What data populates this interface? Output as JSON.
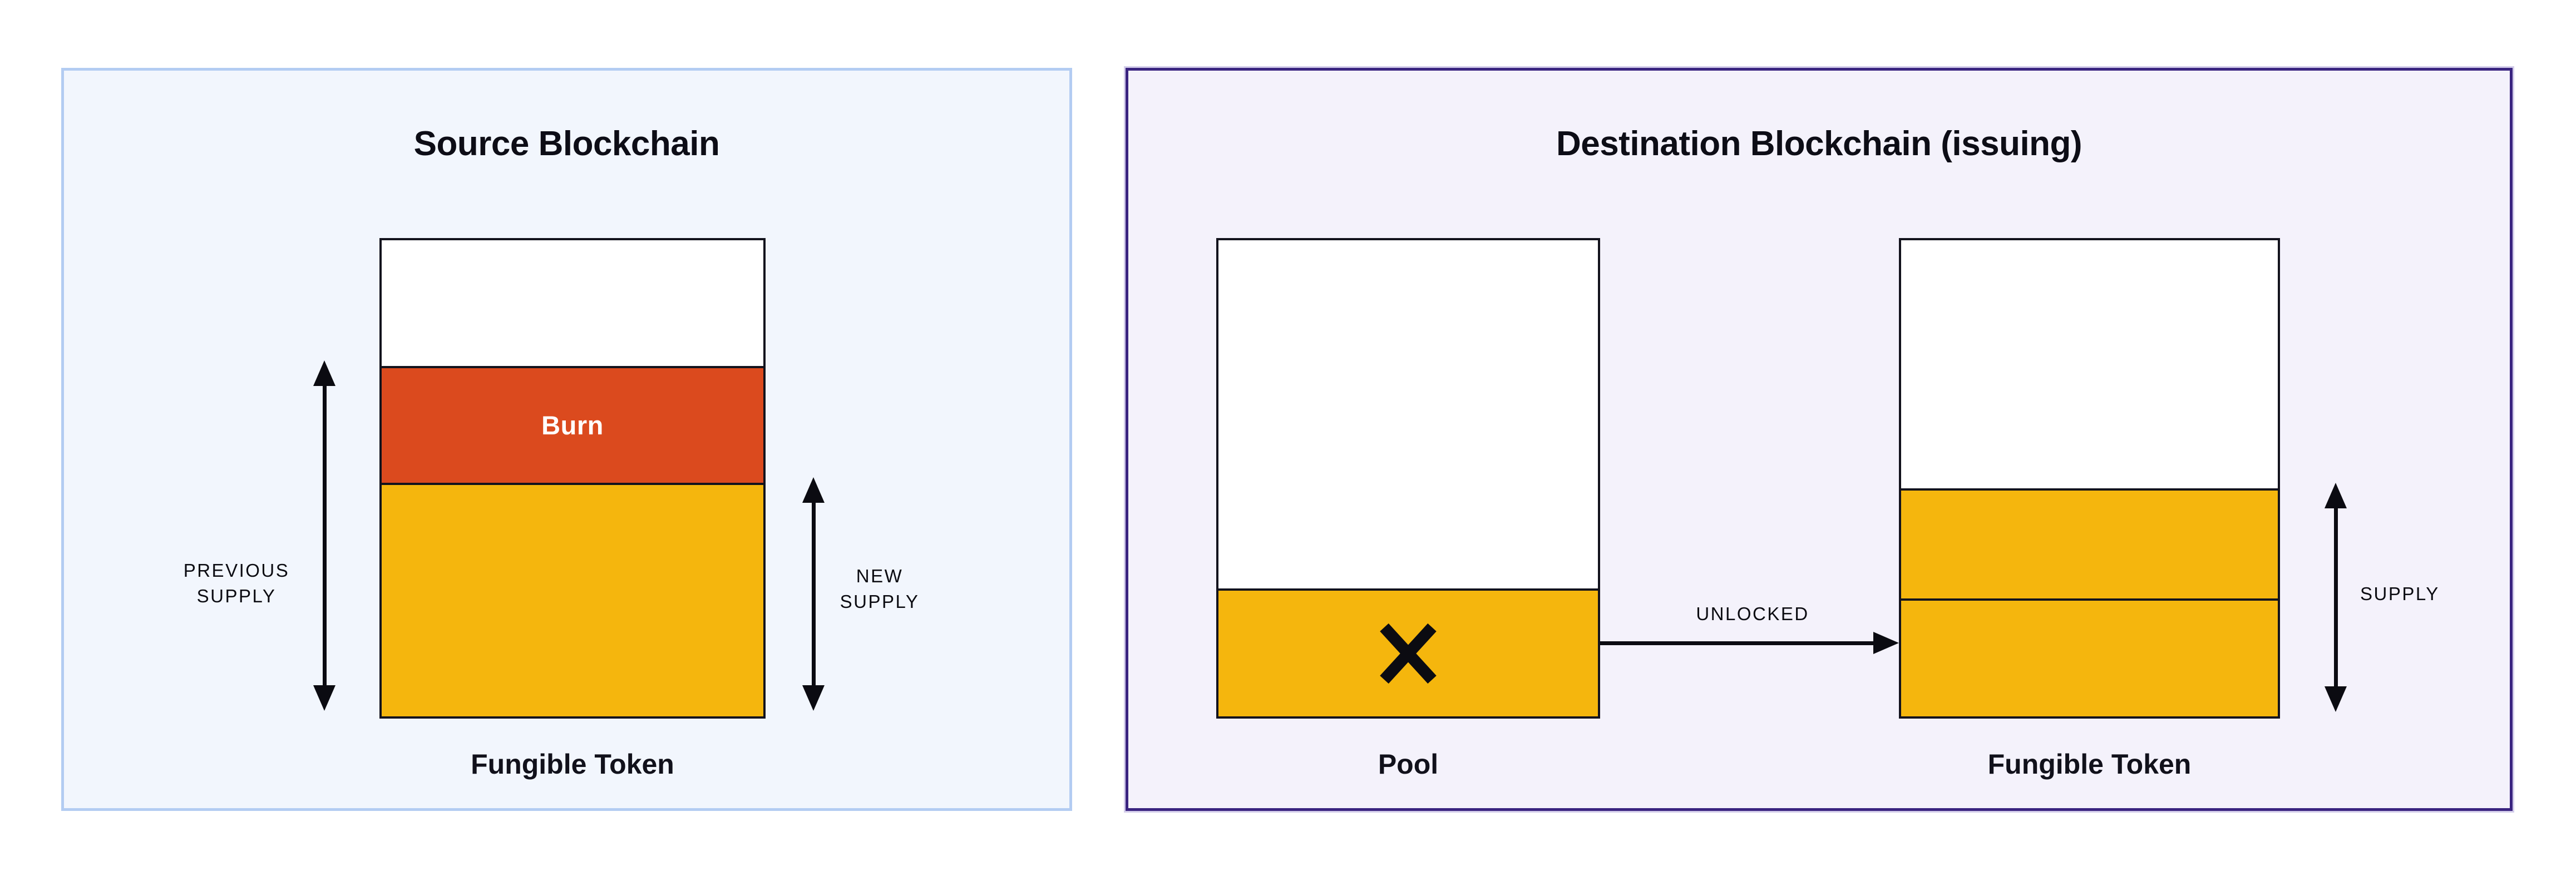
{
  "colors": {
    "page_bg": "#FFFFFF",
    "ink": "#0B0B11",
    "title_ink": "#0D0D16",
    "caption_ink": "#11111B",
    "bar_border": "#13131D",
    "source_panel_bg": "#F2F6FD",
    "source_panel_border": "#B3CCF2",
    "dest_panel_bg": "#F4F2FB",
    "dest_panel_border": "#3A2480",
    "burn_orange": "#DB4A1E",
    "supply_yellow": "#F5B60D",
    "empty_white": "#FFFFFF",
    "burn_label_color": "#FFFFFF"
  },
  "source_panel": {
    "title": "Source Blockchain",
    "bar": {
      "caption": "Fungible Token",
      "segments": [
        {
          "name": "empty-headroom",
          "color": "#FFFFFF",
          "height": "26.4%",
          "label": ""
        },
        {
          "name": "burned-tokens",
          "color": "#DB4A1E",
          "height": "24.5%",
          "label": "Burn",
          "label_color": "#FFFFFF"
        },
        {
          "name": "remaining-supply",
          "color": "#F5B60D",
          "height": "49.1%",
          "label": ""
        }
      ]
    },
    "previous_supply_annotation": {
      "line1": "PREVIOUS",
      "line2": "SUPPLY"
    },
    "new_supply_annotation": {
      "line1": "NEW",
      "line2": "SUPPLY"
    }
  },
  "destination_panel": {
    "title": "Destination Blockchain (issuing)",
    "pool_bar": {
      "caption": "Pool",
      "segments": [
        {
          "name": "empty-headroom",
          "color": "#FFFFFF",
          "height": "73.1%"
        },
        {
          "name": "released-tokens",
          "color": "#F5B60D",
          "height": "26.9%",
          "icon": "cross-icon"
        }
      ]
    },
    "unlocked_arrow": {
      "label": "UNLOCKED"
    },
    "token_bar": {
      "caption": "Fungible Token",
      "segments": [
        {
          "name": "empty-headroom",
          "color": "#FFFFFF",
          "height": "52.1%"
        },
        {
          "name": "existing-supply",
          "color": "#F5B60D",
          "height": "23.1%"
        },
        {
          "name": "unlocked-supply",
          "color": "#F5B60D",
          "height": "24.8%"
        }
      ]
    },
    "supply_annotation": {
      "label": "SUPPLY"
    }
  }
}
